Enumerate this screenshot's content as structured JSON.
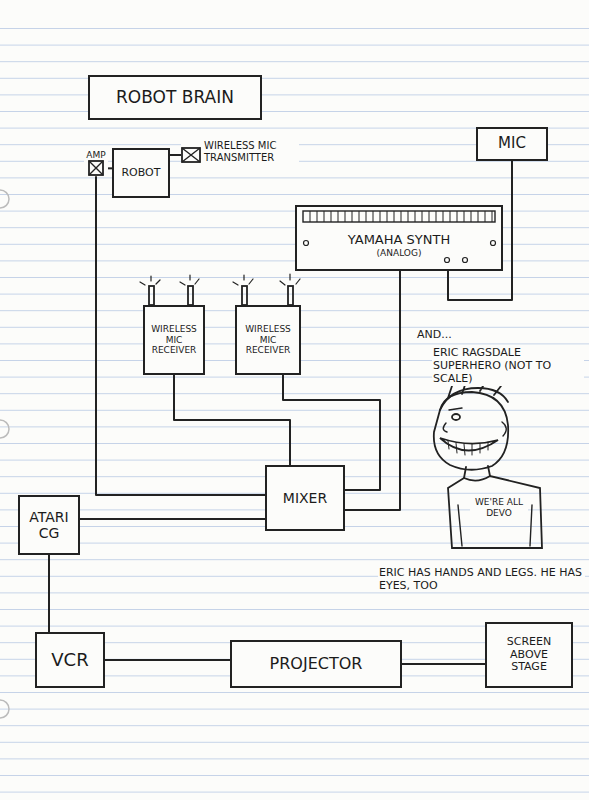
{
  "diagram": {
    "nodes": [
      {
        "text": [
          "ROBOT BRAIN"
        ]
      },
      {
        "text": [
          "AMP"
        ]
      },
      {
        "text": [
          "ROBOT"
        ]
      },
      {
        "text": [
          "WIRELESS MIC TRANSMITTER"
        ]
      },
      {
        "text": [
          "MIC"
        ]
      },
      {
        "text": [
          "YAMAHA SYNTH",
          "(ANALOG)"
        ]
      },
      {
        "text": [
          "WIRELESS MIC RECEIVER"
        ]
      },
      {
        "text": [
          "WIRELESS MIC RECEIVER"
        ]
      },
      {
        "text": [
          "MIXER"
        ]
      },
      {
        "text": [
          "ATARI CG"
        ]
      },
      {
        "text": [
          "VCR"
        ]
      },
      {
        "text": [
          "PROJECTOR"
        ]
      },
      {
        "text": [
          "SCREEN ABOVE STAGE"
        ]
      }
    ],
    "edges": [
      {
        "from": 1,
        "to": 2,
        "arrow": "none"
      },
      {
        "from": 2,
        "to": 3,
        "arrow": "none"
      },
      {
        "from": 1,
        "to": 8,
        "arrow": "none"
      },
      {
        "from": 4,
        "to": 5,
        "arrow": "none"
      },
      {
        "from": 6,
        "to": 8,
        "arrow": "none"
      },
      {
        "from": 7,
        "to": 8,
        "arrow": "none"
      },
      {
        "from": 5,
        "to": 8,
        "arrow": "none"
      },
      {
        "from": 8,
        "to": 9,
        "arrow": "none"
      },
      {
        "from": 9,
        "to": 10,
        "arrow": "none"
      },
      {
        "from": 10,
        "to": 11,
        "arrow": "none"
      },
      {
        "from": 11,
        "to": 12,
        "arrow": "none"
      }
    ],
    "labels": [
      "AND...",
      "ERIC RAGSDALE SUPERHERO (NOT TO SCALE)",
      "WE'RE ALL DEVO",
      "ERIC HAS HANDS AND LEGS. HE HAS EYES, TOO"
    ]
  }
}
